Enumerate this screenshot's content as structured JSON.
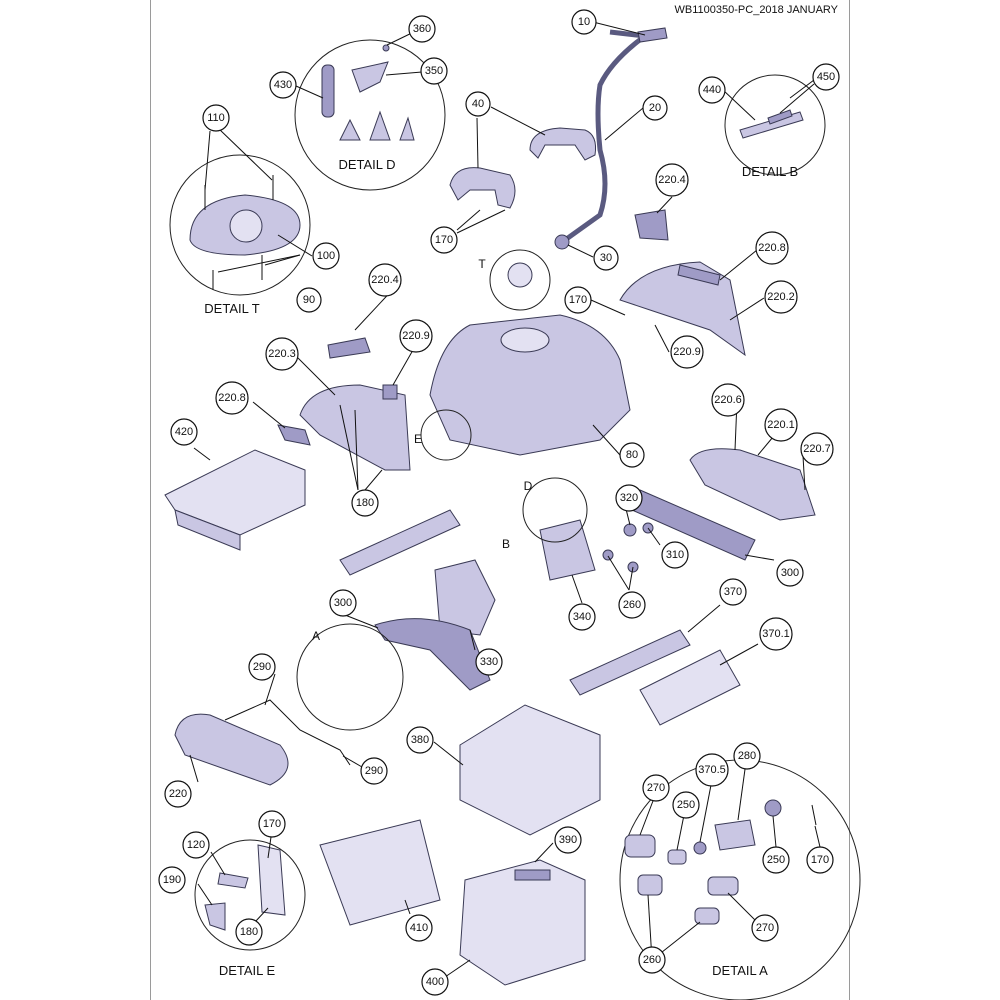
{
  "document": {
    "header": "WB1100350-PC_2018 JANUARY"
  },
  "details": {
    "d": "DETAIL D",
    "b": "DETAIL B",
    "t": "DETAIL T",
    "e": "DETAIL E",
    "a": "DETAIL A"
  },
  "letters": {
    "t": "T",
    "e": "E",
    "d": "D",
    "b": "B",
    "a": "A"
  },
  "callouts": {
    "c10": "10",
    "c20": "20",
    "c30": "30",
    "c40": "40",
    "c80": "80",
    "c90": "90",
    "c100": "100",
    "c110": "110",
    "c120": "120",
    "c170a": "170",
    "c170b": "170",
    "c170c": "170",
    "c170d": "170",
    "c180a": "180",
    "c180b": "180",
    "c190": "190",
    "c220": "220",
    "c2201": "220.1",
    "c2202": "220.2",
    "c2203": "220.3",
    "c2204a": "220.4",
    "c2204b": "220.4",
    "c2206": "220.6",
    "c2207": "220.7",
    "c2208a": "220.8",
    "c2208b": "220.8",
    "c2209a": "220.9",
    "c2209b": "220.9",
    "c250a": "250",
    "c250b": "250",
    "c260a": "260",
    "c260b": "260",
    "c270a": "270",
    "c270b": "270",
    "c280": "280",
    "c290a": "290",
    "c290b": "290",
    "c300a": "300",
    "c300b": "300",
    "c310": "310",
    "c320": "320",
    "c330": "330",
    "c340": "340",
    "c350": "350",
    "c360": "360",
    "c370": "370",
    "c3701": "370.1",
    "c3705": "370.5",
    "c380": "380",
    "c390": "390",
    "c400": "400",
    "c410": "410",
    "c420": "420",
    "c430": "430",
    "c440": "440",
    "c450": "450"
  }
}
